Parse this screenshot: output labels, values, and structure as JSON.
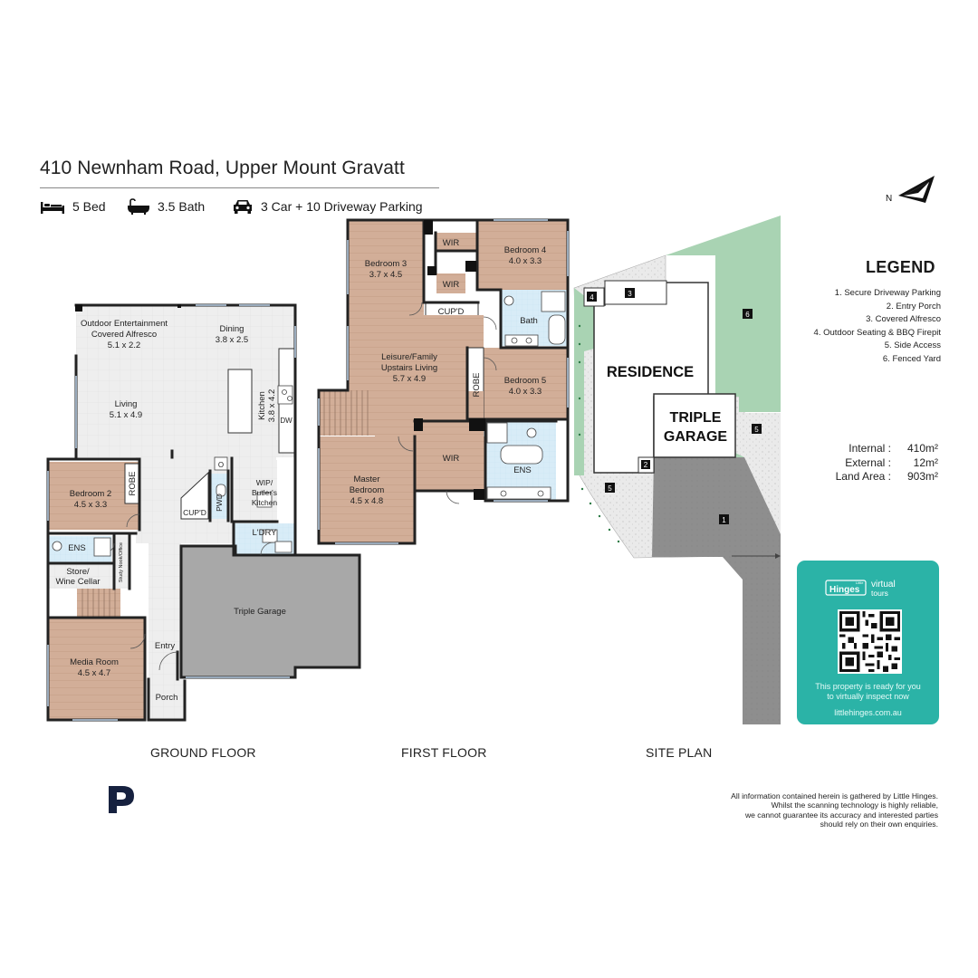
{
  "header": {
    "title": "410 Newnham Road, Upper Mount Gravatt",
    "features": [
      {
        "icon": "bed-icon",
        "label": "5 Bed"
      },
      {
        "icon": "bath-icon",
        "label": "3.5 Bath"
      },
      {
        "icon": "car-icon",
        "label": "3 Car + 10 Driveway Parking"
      }
    ]
  },
  "ground_floor": {
    "label": "GROUND FLOOR",
    "rooms": {
      "alfresco_name": "Outdoor Entertainment Covered Alfresco",
      "alfresco_name_1": "Outdoor Entertainment",
      "alfresco_name_2": "Covered Alfresco",
      "alfresco_dims": "5.1 x 2.2",
      "dining_name": "Dining",
      "dining_dims": "3.8 x 2.5",
      "living_name": "Living",
      "living_dims": "5.1 x 4.9",
      "kitchen_name": "Kitchen",
      "kitchen_dims": "3.8 x 4.2",
      "dw": "DW",
      "bedroom2_name": "Bedroom 2",
      "bedroom2_dims": "4.5 x 3.3",
      "robe": "ROBE",
      "ens": "ENS",
      "store_1": "Store/",
      "store_2": "Wine Cellar",
      "study_nook": "Study Nook/Office",
      "pwd": "PWD",
      "cupd": "CUP'D",
      "wip_1": "WIP/",
      "wip_2": "Butler's",
      "wip_3": "Kitchen",
      "o": "O",
      "laundry": "L'DRY",
      "garage": "Triple Garage",
      "media_name": "Media Room",
      "media_dims": "4.5 x 4.7",
      "entry": "Entry",
      "porch": "Porch"
    }
  },
  "first_floor": {
    "label": "FIRST FLOOR",
    "rooms": {
      "bedroom3_name": "Bedroom 3",
      "bedroom3_dims": "3.7 x 4.5",
      "wir": "WIR",
      "bedroom4_name": "Bedroom 4",
      "bedroom4_dims": "4.0 x 3.3",
      "cupd": "CUP'D",
      "bath": "Bath",
      "leisure_1": "Leisure/Family",
      "leisure_2": "Upstairs Living",
      "leisure_dims": "5.7 x 4.9",
      "robe": "ROBE",
      "bedroom5_name": "Bedroom 5",
      "bedroom5_dims": "4.0 x 3.3",
      "master_1": "Master",
      "master_2": "Bedroom",
      "master_dims": "4.5 x 4.8",
      "ens": "ENS"
    }
  },
  "site_plan": {
    "label": "SITE PLAN",
    "residence": "RESIDENCE",
    "garage_1": "TRIPLE",
    "garage_2": "GARAGE",
    "markers": [
      "1",
      "2",
      "3",
      "4",
      "5",
      "5",
      "6"
    ],
    "north": "N"
  },
  "legend": {
    "title": "LEGEND",
    "items": [
      "1. Secure Driveway Parking",
      "2. Entry Porch",
      "3. Covered Alfresco",
      "4. Outdoor Seating & BBQ Firepit",
      "5. Side Access",
      "6. Fenced Yard"
    ]
  },
  "areas": [
    {
      "label": "Internal",
      "value": "410m²"
    },
    {
      "label": "External",
      "value": "12m²"
    },
    {
      "label": "Land Area",
      "value": "903m²"
    }
  ],
  "tour": {
    "brand_small": "Little",
    "brand": "Hinges",
    "brand_right_1": "virtual",
    "brand_right_2": "tours",
    "message_1": "This property is ready for you",
    "message_2": "to virtually inspect now",
    "url": "littlehinges.com.au"
  },
  "disclaimer": [
    "All information contained herein is gathered by Little Hinges.",
    "Whilst the scanning technology is highly reliable,",
    "we cannot guarantee its accuracy and interested parties",
    "should rely on their own enquiries."
  ],
  "colors": {
    "wood": "#d2ae98",
    "tile": "#efefef",
    "wet": "#d8ecf7",
    "garage": "#a8a8a8",
    "yard": "#a9d3b3",
    "driveway": "#8c8c8c",
    "accent": "#2bb3a7",
    "brand_navy": "#16213f"
  }
}
